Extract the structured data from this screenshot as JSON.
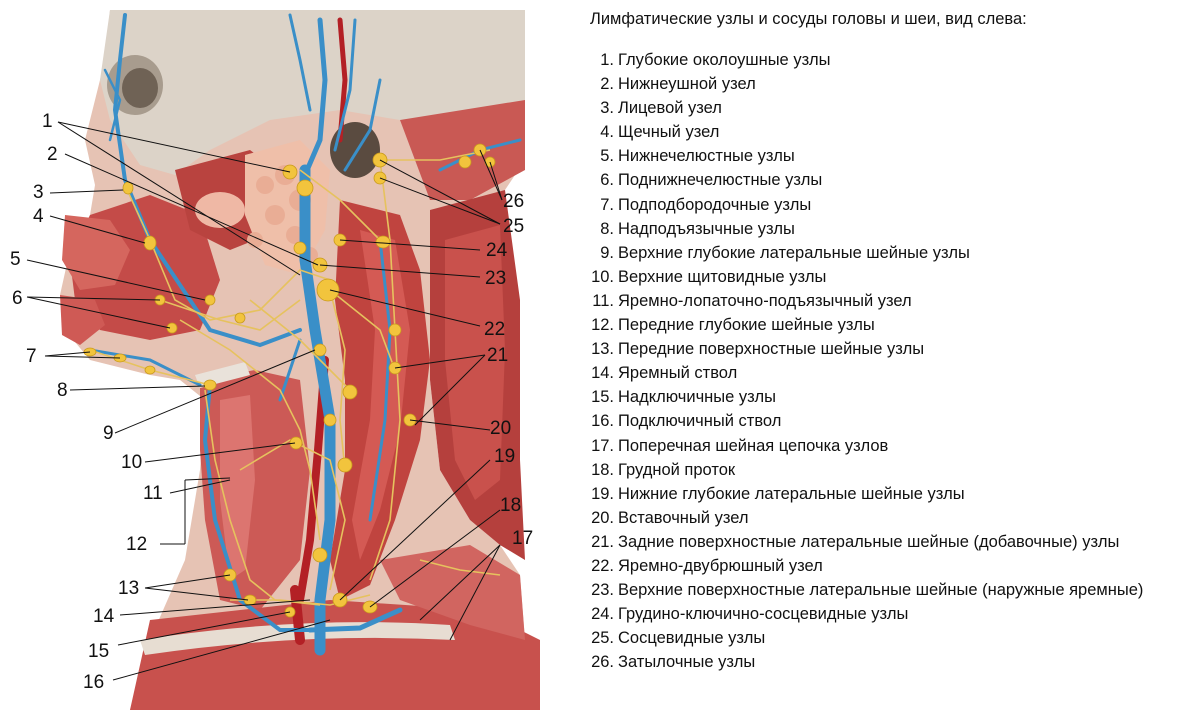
{
  "title": "Лимфатические узлы и сосуды головы и шеи, вид слева:",
  "legend": [
    {
      "n": "1.",
      "label": "Глубокие околоушные узлы"
    },
    {
      "n": "2.",
      "label": "Нижнеушной узел"
    },
    {
      "n": "3.",
      "label": "Лицевой узел"
    },
    {
      "n": "4.",
      "label": "Щечный узел"
    },
    {
      "n": "5.",
      "label": "Нижнечелюстные узлы"
    },
    {
      "n": "6.",
      "label": "Поднижнечелюстные узлы"
    },
    {
      "n": "7.",
      "label": "Подподбородочные узлы"
    },
    {
      "n": "8.",
      "label": "Надподъязычные узлы"
    },
    {
      "n": "9.",
      "label": "Верхние глубокие латеральные шейные узлы"
    },
    {
      "n": "10.",
      "label": "Верхние щитовидные узлы"
    },
    {
      "n": "11.",
      "label": "Яремно-лопаточно-подъязычный узел"
    },
    {
      "n": "12.",
      "label": "Передние глубокие шейные узлы"
    },
    {
      "n": "13.",
      "label": "Передние поверхностные шейные узлы"
    },
    {
      "n": "14.",
      "label": "Яремный ствол"
    },
    {
      "n": "15.",
      "label": "Надключичные узлы"
    },
    {
      "n": "16.",
      "label": "Подключичный ствол"
    },
    {
      "n": "17.",
      "label": "Поперечная шейная цепочка узлов"
    },
    {
      "n": "18.",
      "label": "Грудной проток"
    },
    {
      "n": "19.",
      "label": "Нижние глубокие латеральные шейные узлы"
    },
    {
      "n": "20.",
      "label": "Вставочный узел"
    },
    {
      "n": "21.",
      "label": "Задние поверхностные латеральные шейные (добавочные) узлы"
    },
    {
      "n": "22.",
      "label": "Яремно-двубрюшный узел"
    },
    {
      "n": "23.",
      "label": "Верхние поверхностные латеральные шейные (наружные яремные)"
    },
    {
      "n": "24.",
      "label": "Грудино-ключично-сосцевидные узлы"
    },
    {
      "n": "25.",
      "label": "Сосцевидные узлы"
    },
    {
      "n": "26.",
      "label": "Затылочные узлы"
    }
  ],
  "callouts": [
    "1",
    "2",
    "3",
    "4",
    "5",
    "6",
    "7",
    "8",
    "9",
    "10",
    "11",
    "12",
    "13",
    "14",
    "15",
    "16",
    "17",
    "18",
    "19",
    "20",
    "21",
    "22",
    "23",
    "24",
    "25",
    "26"
  ],
  "colors": {
    "muscle": "#c9534e",
    "muscle_dark": "#a8353a",
    "skin": "#e8c7b8",
    "bone": "#ddd6cc",
    "vein": "#3a8fc8",
    "artery": "#b32025",
    "lymph_node": "#f2c43d",
    "lymph_vessel": "#e8c766",
    "gland": "#f0b8a8"
  }
}
